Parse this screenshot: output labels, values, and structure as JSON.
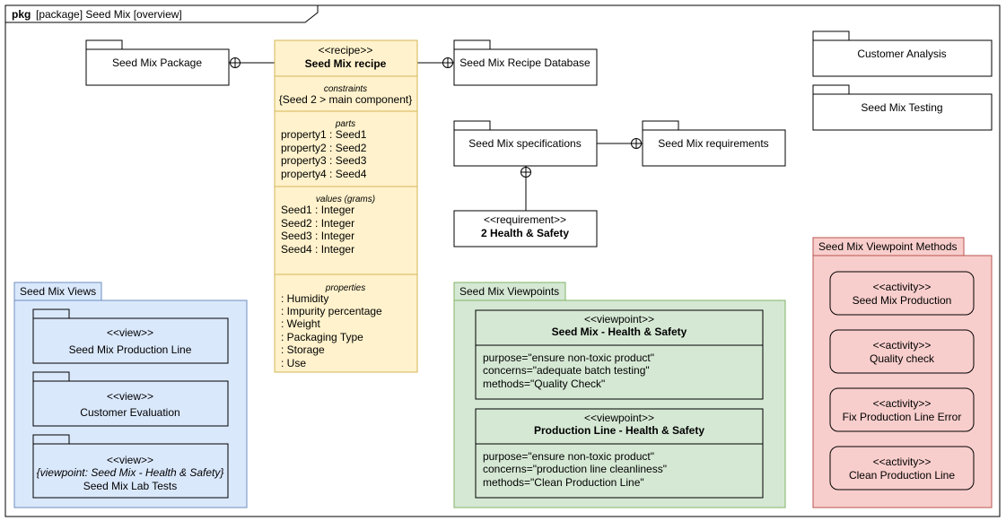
{
  "frame": {
    "keyword": "pkg",
    "title": "[package] Seed Mix [overview]"
  },
  "packages": {
    "seed_mix_package": "Seed Mix Package",
    "recipe_database": "Seed Mix Recipe Database",
    "customer_analysis": "Customer Analysis",
    "seed_mix_testing": "Seed Mix Testing",
    "specifications": "Seed Mix specifications",
    "requirements": "Seed Mix requirements"
  },
  "recipe": {
    "stereotype": "<<recipe>>",
    "name": "Seed Mix recipe",
    "constraints_header": "constraints",
    "constraint": "{Seed 2 > main component}",
    "parts_header": "parts",
    "parts": [
      "property1 : Seed1",
      "property2 : Seed2",
      "property3 : Seed3",
      "property4 : Seed4"
    ],
    "values_header": "values (grams)",
    "values": [
      "Seed1 : Integer",
      "Seed2 : Integer",
      "Seed3 : Integer",
      "Seed4 : Integer"
    ],
    "properties_header": "properties",
    "properties": [
      ": Humidity",
      ": Impurity percentage",
      ": Weight",
      ": Packaging Type",
      ": Storage",
      ": Use"
    ]
  },
  "requirement": {
    "stereotype": "<<requirement>>",
    "name": "2 Health & Safety"
  },
  "views": {
    "title": "Seed Mix Views",
    "items": [
      {
        "stereotype": "<<view>>",
        "name": "Seed Mix Production Line"
      },
      {
        "stereotype": "<<view>>",
        "name": "Customer Evaluation"
      },
      {
        "stereotype": "<<view>>",
        "viewpoint": "{viewpoint: Seed Mix - Health & Safety}",
        "name": "Seed Mix Lab Tests"
      }
    ]
  },
  "viewpoints": {
    "title": "Seed Mix Viewpoints",
    "items": [
      {
        "stereotype": "<<viewpoint>>",
        "name": "Seed Mix - Health & Safety",
        "lines": [
          "purpose=\"ensure non-toxic product\"",
          "concerns=\"adequate batch testing\"",
          "methods=\"Quality Check\""
        ]
      },
      {
        "stereotype": "<<viewpoint>>",
        "name": "Production Line - Health & Safety",
        "lines": [
          "purpose=\"ensure non-toxic product\"",
          "concerns=\"production line cleanliness\"",
          "methods=\"Clean Production Line\""
        ]
      }
    ]
  },
  "methods": {
    "title": "Seed Mix Viewpoint Methods",
    "items": [
      {
        "stereotype": "<<activity>>",
        "name": "Seed Mix Production"
      },
      {
        "stereotype": "<<activity>>",
        "name": "Quality check"
      },
      {
        "stereotype": "<<activity>>",
        "name": "Fix Production Line Error"
      },
      {
        "stereotype": "<<activity>>",
        "name": "Clean Production Line"
      }
    ]
  },
  "colors": {
    "recipe_fill": "#fff2cc",
    "recipe_stroke": "#d6b656",
    "views_fill": "#dae8fc",
    "views_stroke": "#6c8ebf",
    "viewpoints_fill": "#d5e8d4",
    "viewpoints_stroke": "#82b366",
    "methods_fill": "#f8cecc",
    "methods_stroke": "#b85450"
  }
}
